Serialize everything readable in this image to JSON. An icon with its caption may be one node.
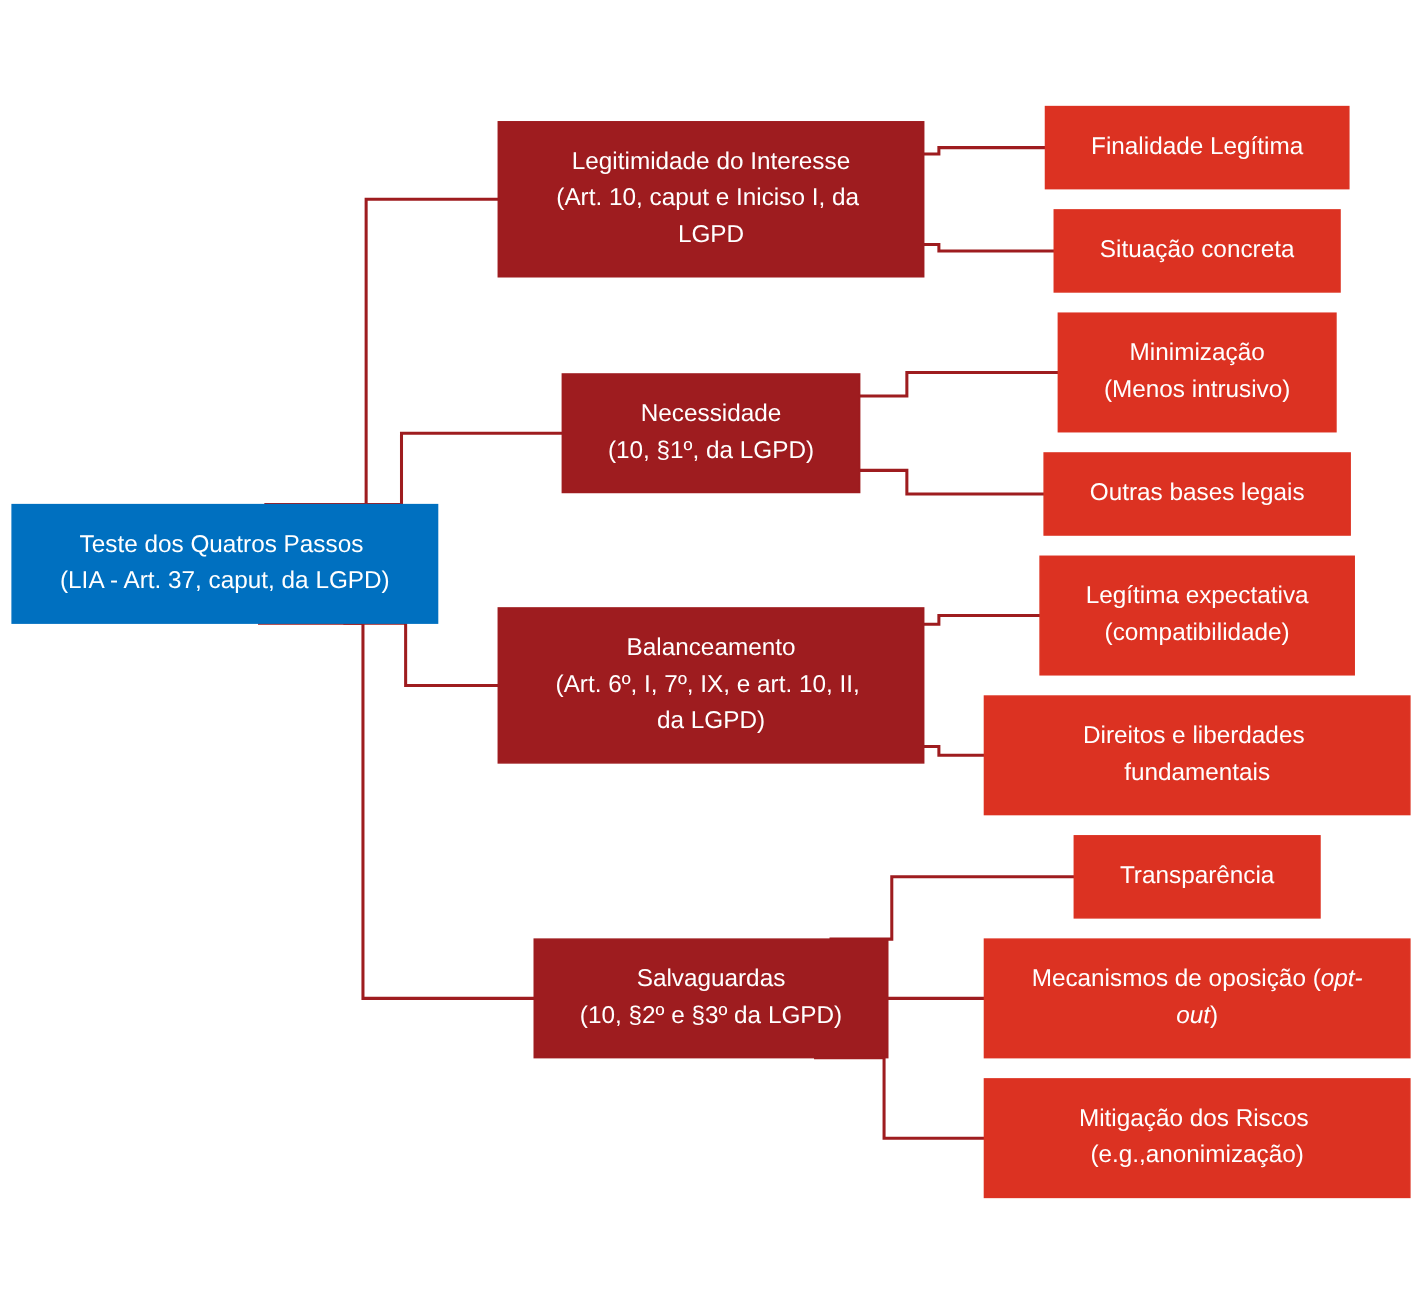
{
  "diagram": {
    "nodes": [
      {
        "text": [
          "Teste dos Quatros Passos (LIA - Art. 37, caput, da LGPD)"
        ]
      },
      {
        "text": [
          "Legitimidade do Interesse",
          "(Art. 10, caput e Iniciso I, da LGPD"
        ]
      },
      {
        "text": [
          "Finalidade Legítima"
        ]
      },
      {
        "text": [
          "Situação concreta"
        ]
      },
      {
        "text": [
          "Necessidade",
          "(10, §1º, da LGPD)"
        ]
      },
      {
        "text": [
          "Minimização",
          "(Menos intrusivo)"
        ]
      },
      {
        "text": [
          "Outras bases legais"
        ]
      },
      {
        "text": [
          "Balanceamento",
          "(Art. 6º, I, 7º, IX, e art. 10, II, da LGPD)"
        ]
      },
      {
        "text": [
          "Legítima expectativa",
          "(compatibilidade)"
        ]
      },
      {
        "text": [
          "Direitos e liberdades fundamentais"
        ]
      },
      {
        "text": [
          "Salvaguardas",
          "(10, §2º e §3º da LGPD)"
        ]
      },
      {
        "text": [
          "Transparência"
        ]
      },
      {
        "text": [
          "Mecanismos de oposição (*opt-out*)"
        ]
      },
      {
        "text": [
          "Mitigação dos Riscos (e.g.,anonimização)"
        ]
      }
    ],
    "edges": [
      {
        "from": 0,
        "to": 1,
        "arrow": "none"
      },
      {
        "from": 0,
        "to": 4,
        "arrow": "none"
      },
      {
        "from": 0,
        "to": 7,
        "arrow": "none"
      },
      {
        "from": 0,
        "to": 10,
        "arrow": "none"
      },
      {
        "from": 1,
        "to": 2,
        "arrow": "none"
      },
      {
        "from": 1,
        "to": 3,
        "arrow": "none"
      },
      {
        "from": 4,
        "to": 5,
        "arrow": "none"
      },
      {
        "from": 4,
        "to": 6,
        "arrow": "none"
      },
      {
        "from": 7,
        "to": 8,
        "arrow": "none"
      },
      {
        "from": 7,
        "to": 9,
        "arrow": "none"
      },
      {
        "from": 10,
        "to": 11,
        "arrow": "none"
      },
      {
        "from": 10,
        "to": 12,
        "arrow": "none"
      },
      {
        "from": 10,
        "to": 13,
        "arrow": "none"
      }
    ]
  }
}
